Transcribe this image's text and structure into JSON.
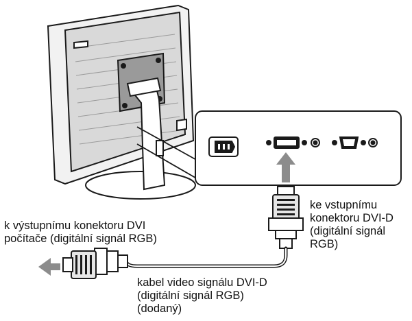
{
  "labels": {
    "to_computer": {
      "line1": "k výstupnímu konektoru DVI",
      "line2": "počítače (digitální signál RGB)"
    },
    "to_monitor": {
      "line1": "ke vstupnímu",
      "line2": "konektoru DVI-D",
      "line3": "(digitální signál",
      "line4": "RGB)"
    },
    "cable": {
      "line1": "kabel video signálu DVI-D",
      "line2": "(digitální signál RGB)",
      "line3": "(dodaný)"
    }
  },
  "colors": {
    "line": "#1a1a1a",
    "monitor_back": "#d9d9d9",
    "panel_shade": "#c4c4c4",
    "arrow": "#8c8c8c",
    "connector": "#e6e6e6"
  }
}
